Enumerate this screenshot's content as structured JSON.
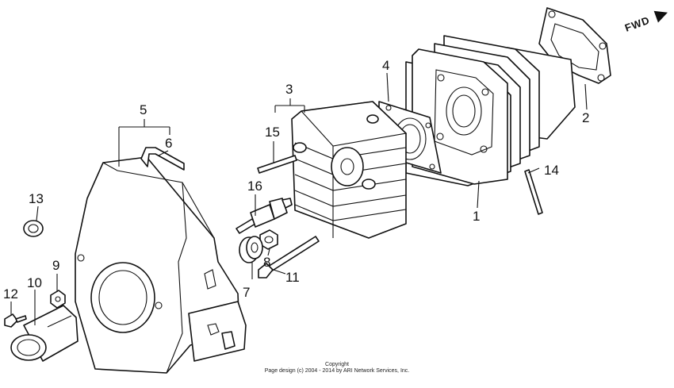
{
  "diagram": {
    "direction_label": "FWD",
    "part_labels": [
      "1",
      "2",
      "3",
      "4",
      "5",
      "6",
      "7",
      "8",
      "9",
      "10",
      "11",
      "12",
      "13",
      "14",
      "15",
      "16"
    ],
    "copyright": {
      "line1": "Copyright",
      "line2": "Page design (c) 2004 - 2014 by ARI Network Services, Inc."
    }
  }
}
